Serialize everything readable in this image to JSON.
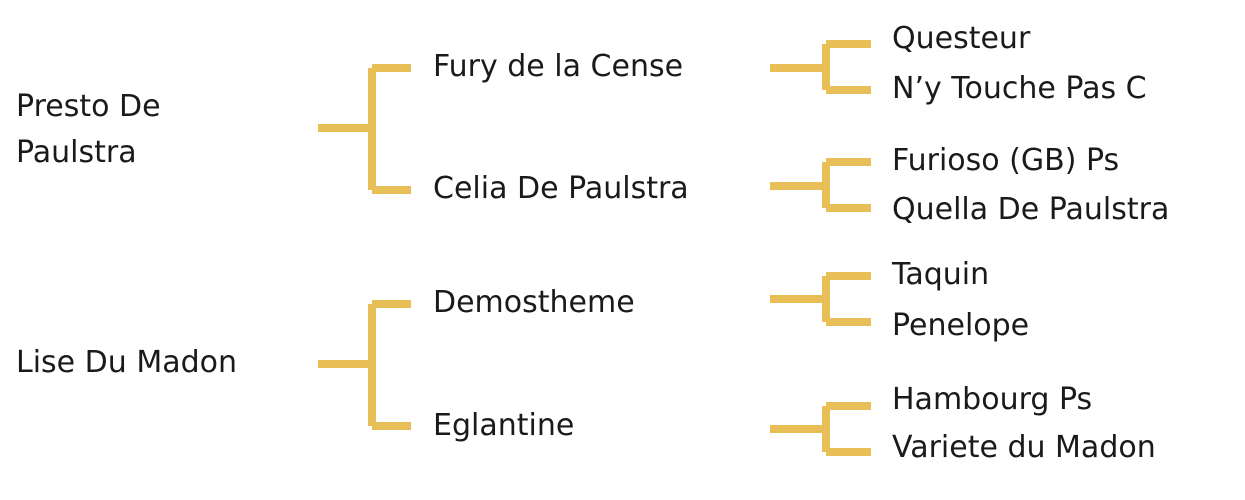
{
  "colors": {
    "connector": "#e8bf56",
    "text": "#1a1a1a",
    "background": "#ffffff"
  },
  "pedigree": {
    "sire": {
      "name": "Presto De Paulstra",
      "sire": {
        "name": "Fury de la Cense",
        "sire": "Questeur",
        "dam": "N’y Touche Pas C"
      },
      "dam": {
        "name": "Celia De Paulstra",
        "sire": "Furioso (GB) Ps",
        "dam": "Quella De Paulstra"
      }
    },
    "dam": {
      "name": "Lise Du Madon",
      "sire": {
        "name": "Demostheme",
        "sire": "Taquin",
        "dam": "Penelope"
      },
      "dam": {
        "name": "Eglantine",
        "sire": "Hambourg Ps",
        "dam": "Variete du Madon"
      }
    }
  }
}
